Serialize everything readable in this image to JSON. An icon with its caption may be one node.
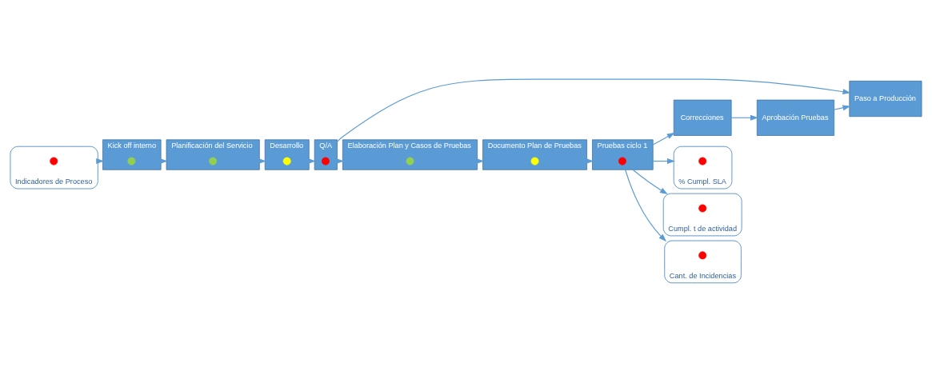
{
  "diagram": {
    "nodes": [
      {
        "text": [
          "Indicadores de Proceso"
        ]
      },
      {
        "text": [],
        "shape": "circle",
        "in": 0
      },
      {
        "text": [
          "Kick off interno"
        ]
      },
      {
        "text": [],
        "shape": "circle",
        "in": 2
      },
      {
        "text": [
          "Planificación del Servicio"
        ]
      },
      {
        "text": [],
        "shape": "circle",
        "in": 4
      },
      {
        "text": [
          "Desarrollo"
        ]
      },
      {
        "text": [],
        "shape": "circle",
        "in": 6
      },
      {
        "text": [
          "Q/A"
        ]
      },
      {
        "text": [],
        "shape": "circle",
        "in": 8
      },
      {
        "text": [
          "Paso a Producción"
        ]
      },
      {
        "text": [
          "Elaboración Plan y Casos de Pruebas"
        ]
      },
      {
        "text": [],
        "shape": "circle",
        "in": 11
      },
      {
        "text": [
          "Documento Plan de Pruebas"
        ]
      },
      {
        "text": [],
        "shape": "circle",
        "in": 13
      },
      {
        "text": [
          "Pruebas ciclo 1"
        ]
      },
      {
        "text": [],
        "shape": "circle",
        "in": 15
      },
      {
        "text": [
          "Correcciones"
        ]
      },
      {
        "text": [
          "Aprobación Pruebas"
        ]
      },
      {
        "text": [
          "% Cumpl. SLA"
        ]
      },
      {
        "text": [],
        "shape": "circle",
        "in": 19
      },
      {
        "text": [
          "Cumpl. t de actividad"
        ]
      },
      {
        "text": [],
        "shape": "circle",
        "in": 21
      },
      {
        "text": [
          "Cant. de Incidencias"
        ]
      },
      {
        "text": [],
        "shape": "circle",
        "in": 23
      }
    ],
    "edges": [
      {
        "from": 0,
        "to": 2,
        "arrow": "to"
      },
      {
        "from": 2,
        "to": 4,
        "arrow": "to"
      },
      {
        "from": 4,
        "to": 6,
        "arrow": "to"
      },
      {
        "from": 6,
        "to": 8,
        "arrow": "to"
      },
      {
        "from": 8,
        "to": 10,
        "arrow": "to"
      },
      {
        "from": 8,
        "to": 11,
        "arrow": "to"
      },
      {
        "from": 11,
        "to": 13,
        "arrow": "to"
      },
      {
        "from": 13,
        "to": 15,
        "arrow": "to"
      },
      {
        "from": 15,
        "to": 17,
        "arrow": "to"
      },
      {
        "from": 17,
        "to": 18,
        "arrow": "to"
      },
      {
        "from": 18,
        "to": 10,
        "arrow": "to"
      },
      {
        "from": 15,
        "to": 19,
        "arrow": "to"
      },
      {
        "from": 15,
        "to": 21,
        "arrow": "to"
      },
      {
        "from": 15,
        "to": 23,
        "arrow": "to"
      }
    ]
  }
}
